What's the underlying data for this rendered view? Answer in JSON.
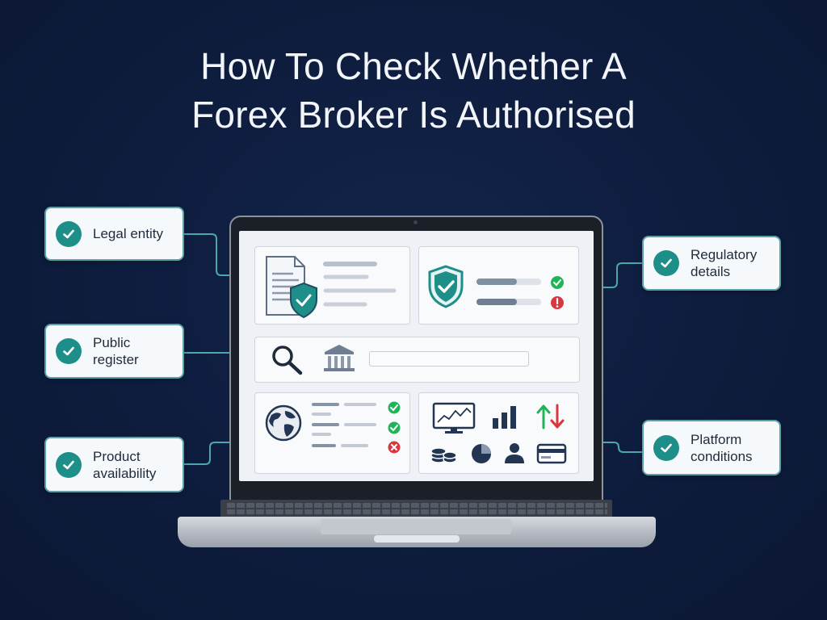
{
  "title": {
    "line1": "How To Check Whether A",
    "line2": "Forex Broker Is Authorised"
  },
  "callouts": [
    {
      "label": "Legal entity",
      "icon": "check-icon"
    },
    {
      "label": "Public\nregister",
      "icon": "check-icon"
    },
    {
      "label": "Product\navailability",
      "icon": "check-icon"
    },
    {
      "label": "Regulatory\ndetails",
      "icon": "check-icon"
    },
    {
      "label": "Platform\nconditions",
      "icon": "check-icon"
    }
  ],
  "colors": {
    "background": "#0e1c3d",
    "accent_teal": "#1d8f88",
    "success_green": "#22b35a",
    "error_red": "#d9363e",
    "card_border": "#5aa0a6"
  },
  "screen_panels": {
    "legal": {
      "icons": [
        "document-icon",
        "shield-check-icon"
      ]
    },
    "regulatory": {
      "icons": [
        "shield-check-icon"
      ],
      "statuses": [
        "ok",
        "warning"
      ]
    },
    "register": {
      "icons": [
        "magnifier-icon",
        "bank-building-icon"
      ]
    },
    "products": {
      "icons": [
        "globe-icon"
      ],
      "statuses": [
        "ok",
        "ok",
        "fail"
      ]
    },
    "platform": {
      "icons": [
        "monitor-chart-icon",
        "bar-chart-icon",
        "up-down-arrows-icon",
        "coins-icon",
        "pie-chart-icon",
        "user-icon",
        "credit-card-icon"
      ]
    }
  }
}
